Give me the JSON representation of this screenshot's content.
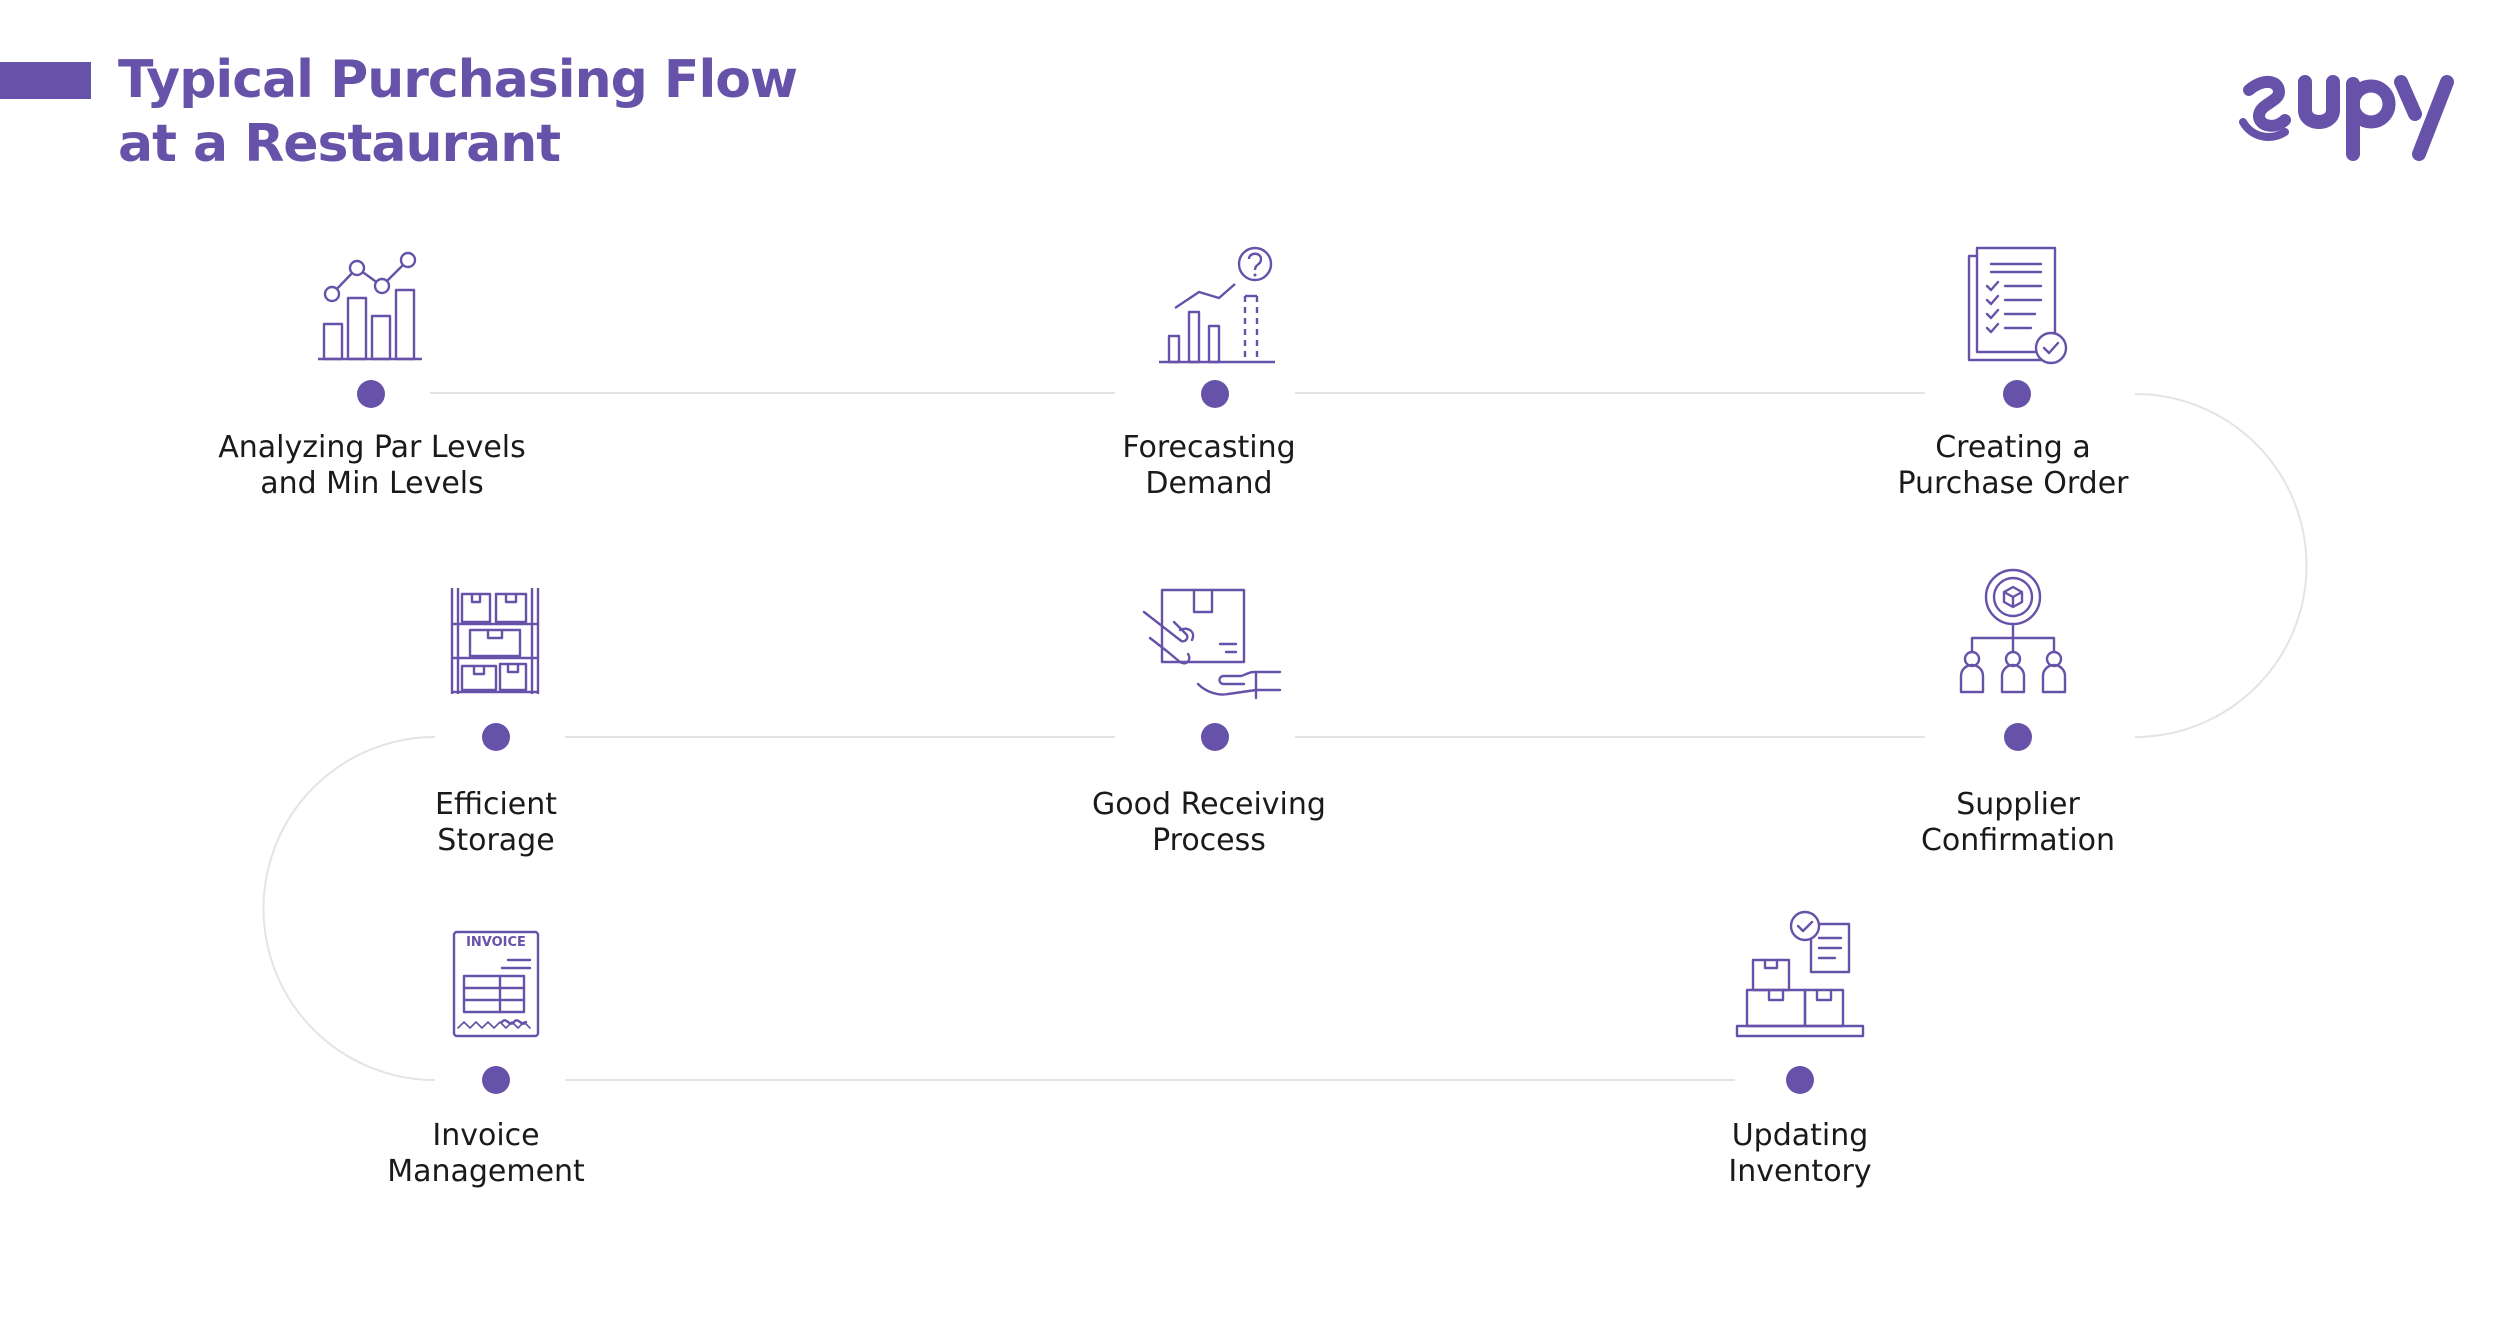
{
  "header": {
    "title_line1": "Typical Purchasing Flow",
    "title_line2": "at a Restaurant",
    "logo_text": "supy"
  },
  "colors": {
    "accent": "#6652a8",
    "text": "#1a1a1a",
    "connector": "#e4e4e4"
  },
  "steps": [
    {
      "line1": "Analyzing Par Levels",
      "line2": "and Min Levels",
      "icon": "bar-chart-line-icon"
    },
    {
      "line1": "Forecasting",
      "line2": "Demand",
      "icon": "forecast-question-chart-icon"
    },
    {
      "line1": "Creating a",
      "line2": "Purchase Order",
      "icon": "checklist-document-icon"
    },
    {
      "line1": "Supplier",
      "line2": "Confirmation",
      "icon": "supplier-network-icon"
    },
    {
      "line1": "Good Receiving",
      "line2": "Process",
      "icon": "package-handover-icon"
    },
    {
      "line1": "Efficient",
      "line2": "Storage",
      "icon": "storage-shelf-icon"
    },
    {
      "line1": "Invoice",
      "line2": "Management",
      "icon": "invoice-document-icon",
      "icon_text": "INVOICE"
    },
    {
      "line1": "Updating",
      "line2": "Inventory",
      "icon": "inventory-boxes-icon"
    }
  ]
}
